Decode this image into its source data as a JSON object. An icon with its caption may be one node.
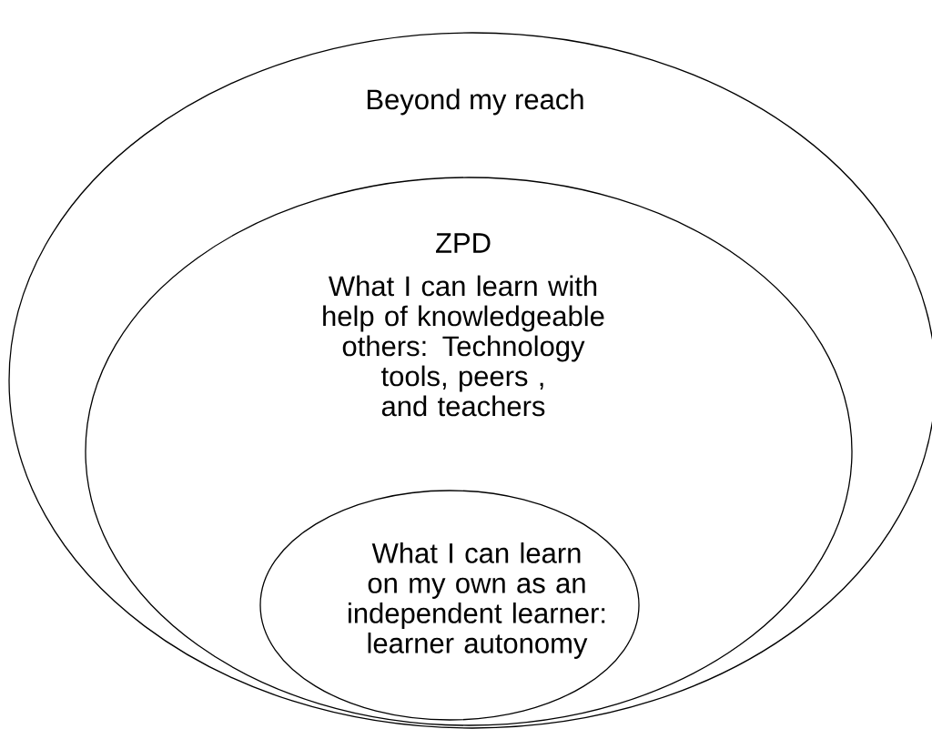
{
  "diagram": {
    "nodes": [
      {
        "text": [
          "Beyond my reach"
        ]
      },
      {
        "text": [
          "ZPD",
          "What I can learn with help of knowledgeable others: Technology tools, peers , and teachers"
        ],
        "in": 0
      },
      {
        "text": [
          "What I can learn on my own as an independent learner: learner autonomy"
        ],
        "in": 1
      }
    ]
  }
}
